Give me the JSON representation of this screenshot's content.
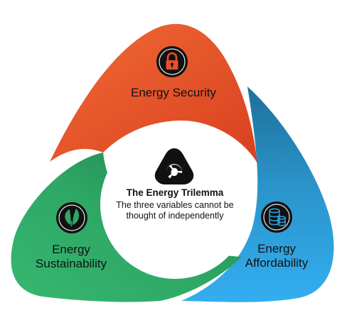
{
  "diagram": {
    "segments": [
      {
        "id": "security",
        "label": "Energy Security",
        "icon": "lock-icon",
        "color": "#e8502a",
        "color_dark": "#c83f1e"
      },
      {
        "id": "affordability",
        "label_lines": [
          "Energy",
          "Affordability"
        ],
        "icon": "coin-stack-icon",
        "color": "#2b9fd9",
        "color_dark": "#1c6f9c"
      },
      {
        "id": "sustainability",
        "label_lines": [
          "Energy",
          "Sustainability"
        ],
        "icon": "leaf-icon",
        "color": "#2fa865",
        "color_dark": "#1f7a46"
      }
    ],
    "center": {
      "icon": "trilemma-logo-icon",
      "title": "The Energy Trilemma",
      "subtitle_lines": [
        "The three variables cannot be",
        "thought of independently"
      ]
    }
  }
}
